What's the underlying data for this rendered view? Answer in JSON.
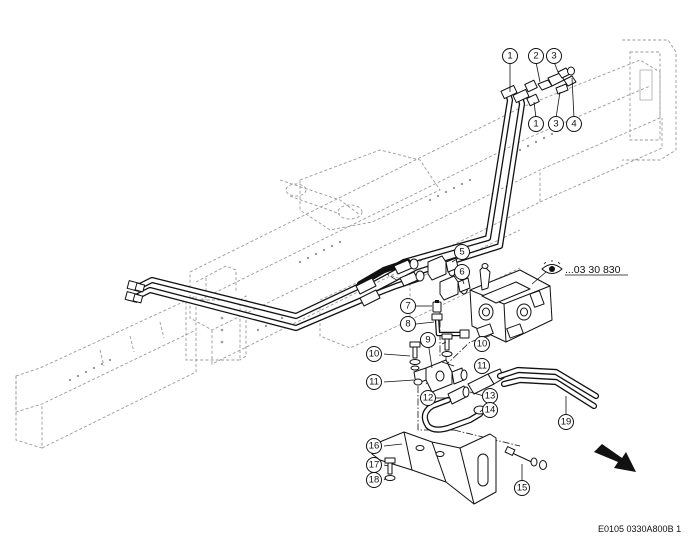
{
  "drawing": {
    "reference_text": "...03 30 830",
    "drawing_code": "E0105 0330A800B 1",
    "reference_icon": "eye-icon",
    "direction_icon": "arrow-down-right-icon"
  },
  "callouts": [
    {
      "id": "c1a",
      "label": "1"
    },
    {
      "id": "c2",
      "label": "2"
    },
    {
      "id": "c3a",
      "label": "3"
    },
    {
      "id": "c1b",
      "label": "1"
    },
    {
      "id": "c3b",
      "label": "3"
    },
    {
      "id": "c4",
      "label": "4"
    },
    {
      "id": "c5",
      "label": "5"
    },
    {
      "id": "c6",
      "label": "6"
    },
    {
      "id": "c7",
      "label": "7"
    },
    {
      "id": "c8",
      "label": "8"
    },
    {
      "id": "c9",
      "label": "9"
    },
    {
      "id": "c10a",
      "label": "10"
    },
    {
      "id": "c10b",
      "label": "10"
    },
    {
      "id": "c11a",
      "label": "11"
    },
    {
      "id": "c11b",
      "label": "11"
    },
    {
      "id": "c12",
      "label": "12"
    },
    {
      "id": "c13",
      "label": "13"
    },
    {
      "id": "c14",
      "label": "14"
    },
    {
      "id": "c15",
      "label": "15"
    },
    {
      "id": "c16",
      "label": "16"
    },
    {
      "id": "c17",
      "label": "17"
    },
    {
      "id": "c18",
      "label": "18"
    },
    {
      "id": "c19",
      "label": "19"
    }
  ]
}
